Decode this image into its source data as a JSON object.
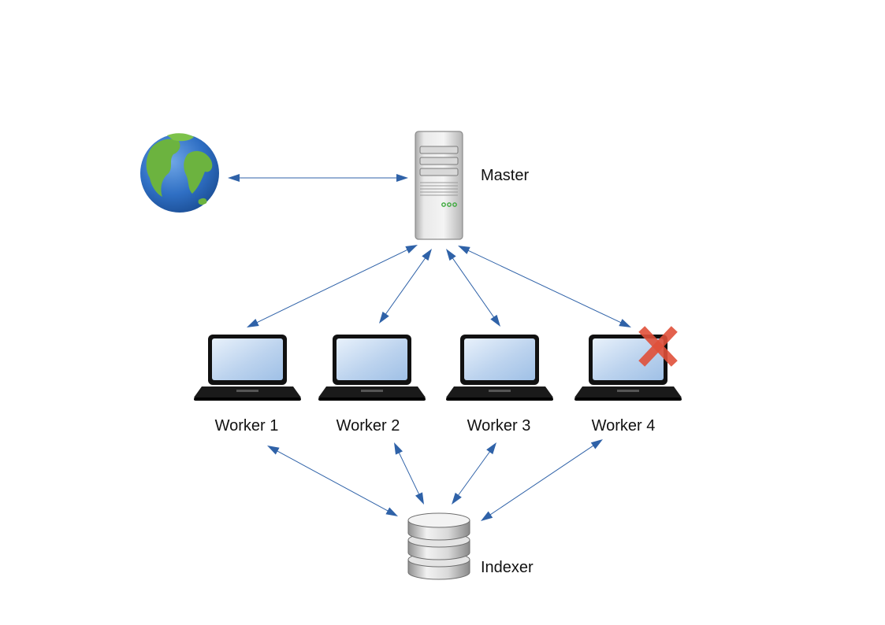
{
  "nodes": {
    "globe": {
      "icon": "globe-icon"
    },
    "master": {
      "label": "Master",
      "icon": "server-tower-icon"
    },
    "workers": [
      {
        "label": "Worker 1",
        "icon": "laptop-icon",
        "failed": false
      },
      {
        "label": "Worker 2",
        "icon": "laptop-icon",
        "failed": false
      },
      {
        "label": "Worker 3",
        "icon": "laptop-icon",
        "failed": false
      },
      {
        "label": "Worker 4",
        "icon": "laptop-icon",
        "failed": true
      }
    ],
    "indexer": {
      "label": "Indexer",
      "icon": "database-icon"
    }
  },
  "edges": [
    {
      "from": "globe",
      "to": "master",
      "bidirectional": true
    },
    {
      "from": "master",
      "to": "worker-1",
      "bidirectional": true
    },
    {
      "from": "master",
      "to": "worker-2",
      "bidirectional": true
    },
    {
      "from": "master",
      "to": "worker-3",
      "bidirectional": true
    },
    {
      "from": "master",
      "to": "worker-4",
      "bidirectional": true
    },
    {
      "from": "worker-1",
      "to": "indexer",
      "bidirectional": true
    },
    {
      "from": "worker-2",
      "to": "indexer",
      "bidirectional": true
    },
    {
      "from": "worker-3",
      "to": "indexer",
      "bidirectional": true
    },
    {
      "from": "worker-4",
      "to": "indexer",
      "bidirectional": true
    }
  ],
  "colors": {
    "arrow": "#2f62a8",
    "failure_mark": "#e0503a",
    "screen": "#c9dcf2",
    "ocean": "#2f6fc4",
    "land": "#6cb33f"
  }
}
